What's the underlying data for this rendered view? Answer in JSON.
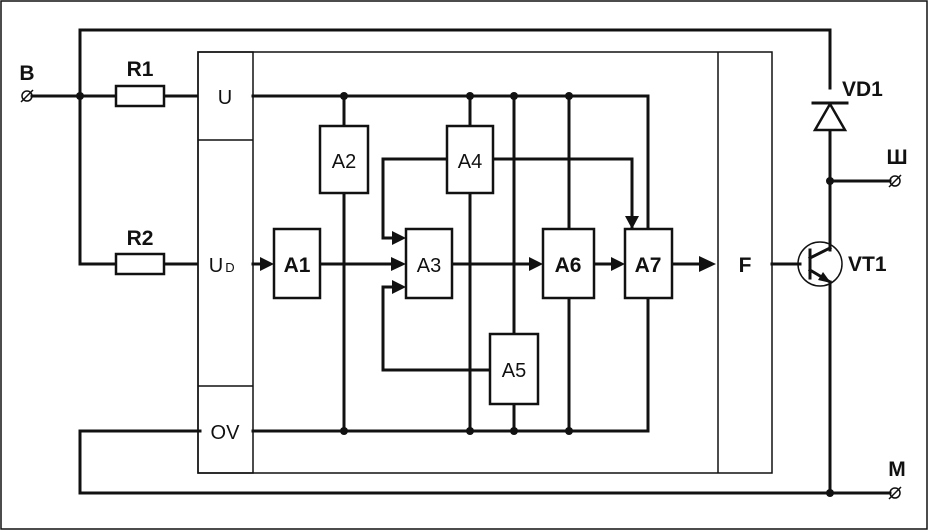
{
  "terminals": {
    "b": "B",
    "sh": "Ш",
    "m": "M"
  },
  "resistors": {
    "r1": "R1",
    "r2": "R2"
  },
  "diode": "VD1",
  "transistor": "VT1",
  "inputs": {
    "u": "U",
    "ud_main": "U",
    "ud_sub": "D",
    "ov": "OV"
  },
  "blocks": {
    "a1": "A1",
    "a2": "A2",
    "a3": "A3",
    "a4": "A4",
    "a5": "A5",
    "a6": "A6",
    "a7": "A7",
    "f": "F"
  },
  "colors": {
    "ink": "#111111",
    "background": "#ffffff"
  }
}
